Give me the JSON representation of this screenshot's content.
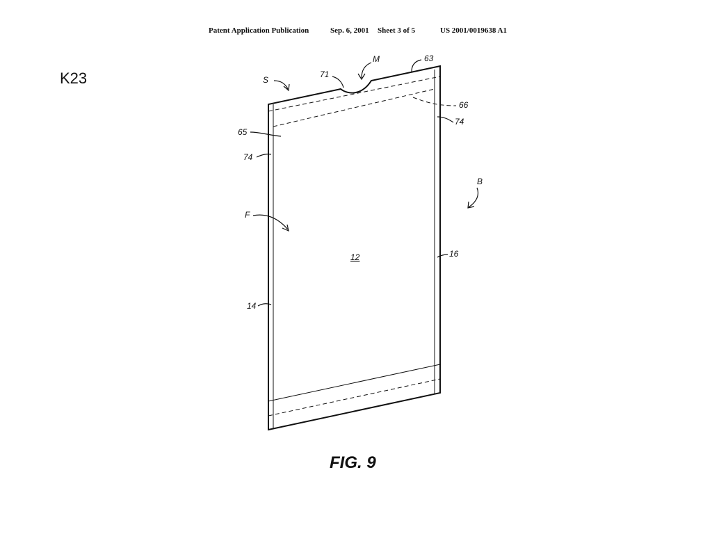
{
  "header": {
    "publication": "Patent Application Publication",
    "date": "Sep. 6, 2001",
    "sheet": "Sheet 3 of 5",
    "number": "US 2001/0019638 A1"
  },
  "slide_label": "K23",
  "labels": {
    "S": "S",
    "M": "M",
    "ref_71": "71",
    "ref_63": "63",
    "ref_66": "66",
    "ref_74_right": "74",
    "ref_65": "65",
    "ref_74_left": "74",
    "B": "B",
    "F": "F",
    "ref_12": "12",
    "ref_16": "16",
    "ref_14": "14"
  },
  "figure_caption": "FIG. 9"
}
